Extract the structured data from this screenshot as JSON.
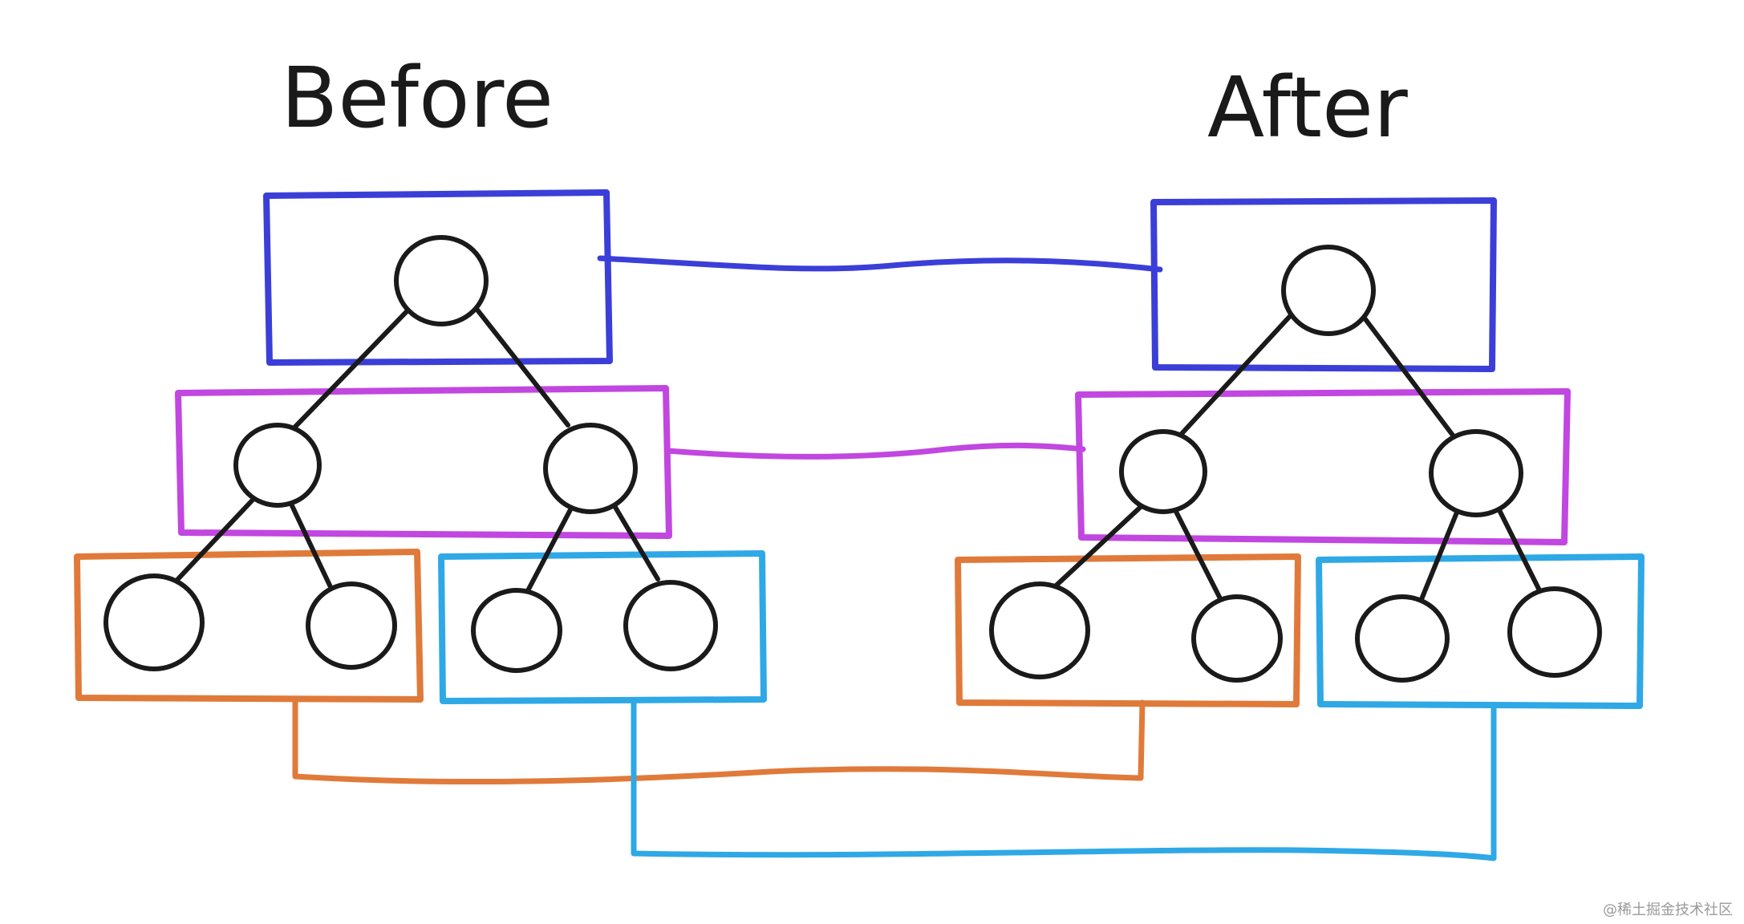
{
  "titles": {
    "before": "Before",
    "after": "After"
  },
  "watermark": "@稀土掘金技术社区",
  "colors": {
    "ink": "#1a1a1a",
    "root_level": "#3b3fd8",
    "middle_level": "#c147e0",
    "left_leaves": "#e07a3a",
    "right_leaves": "#2fa8e6"
  }
}
